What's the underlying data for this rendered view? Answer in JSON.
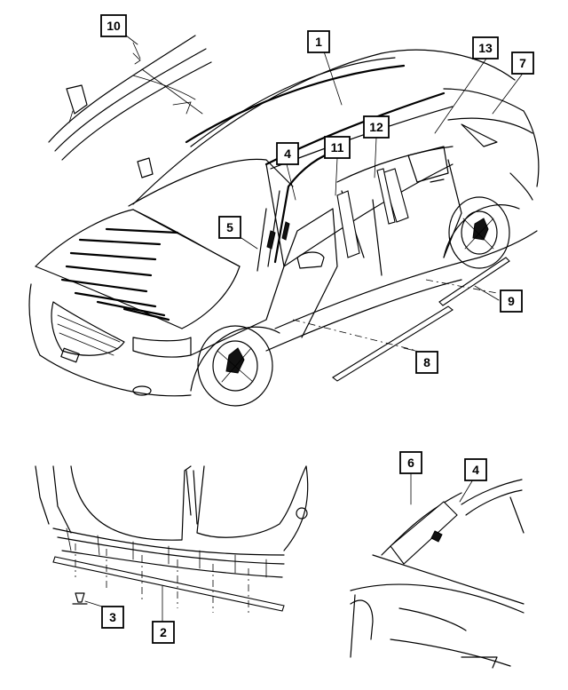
{
  "callouts": [
    {
      "id": "c1",
      "label": "1"
    },
    {
      "id": "c2",
      "label": "2"
    },
    {
      "id": "c3",
      "label": "3"
    },
    {
      "id": "c4",
      "label": "4"
    },
    {
      "id": "c4b",
      "label": "4"
    },
    {
      "id": "c5",
      "label": "5"
    },
    {
      "id": "c6",
      "label": "6"
    },
    {
      "id": "c7",
      "label": "7"
    },
    {
      "id": "c8",
      "label": "8"
    },
    {
      "id": "c9",
      "label": "9"
    },
    {
      "id": "c10",
      "label": "10"
    },
    {
      "id": "c11",
      "label": "11"
    },
    {
      "id": "c12",
      "label": "12"
    },
    {
      "id": "c13",
      "label": "13"
    }
  ]
}
